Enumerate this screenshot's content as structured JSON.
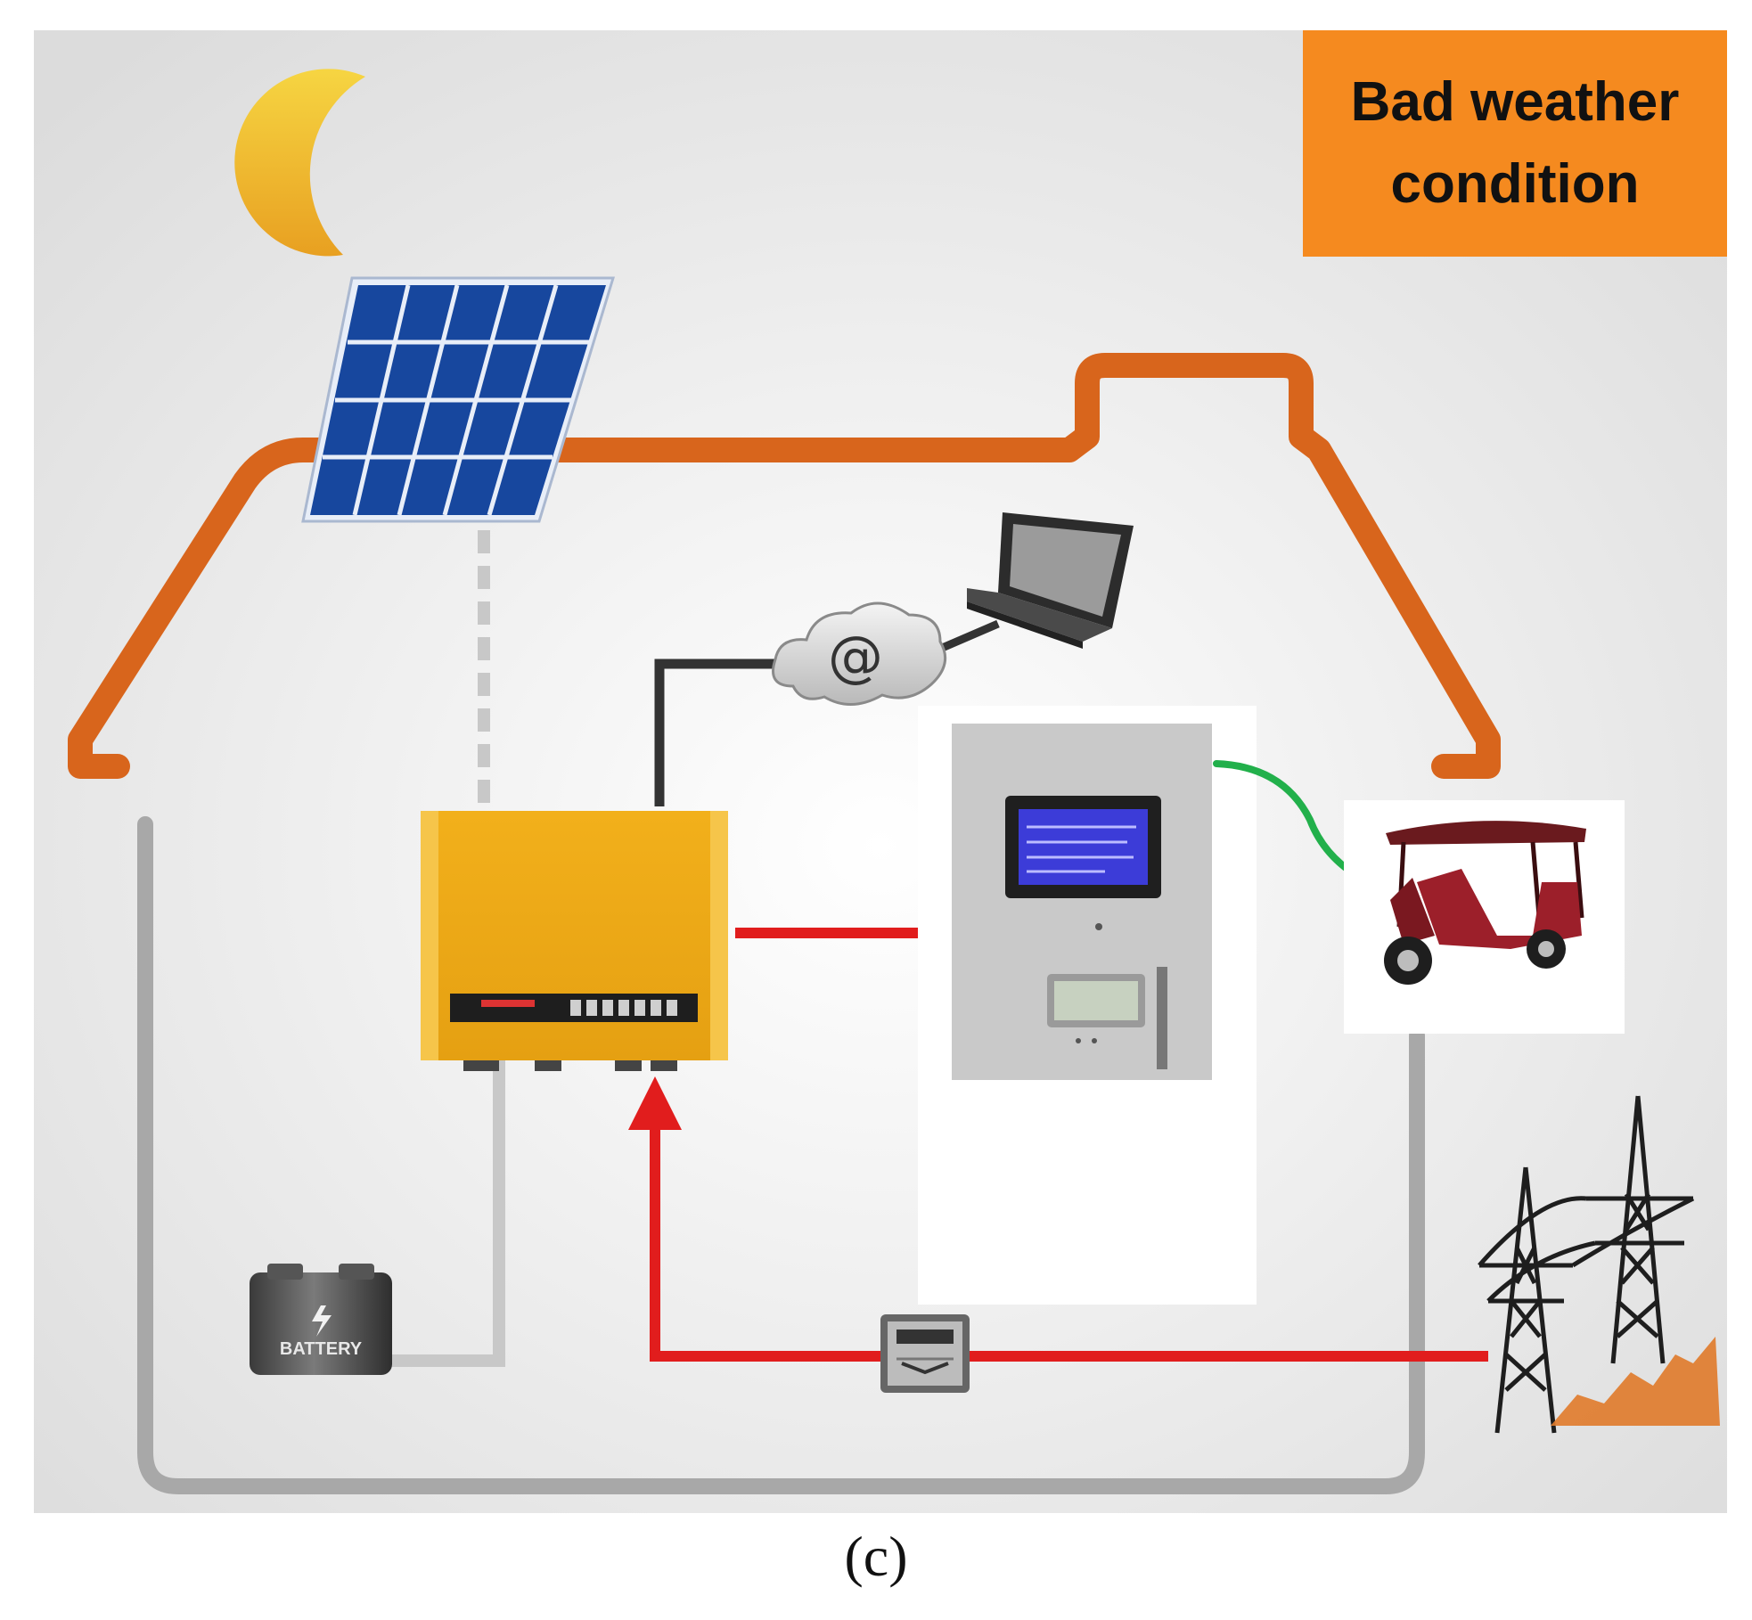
{
  "badge": {
    "line1": "Bad weather",
    "line2": "condition"
  },
  "battery": {
    "label": "BATTERY"
  },
  "cloud": {
    "symbol": "@"
  },
  "caption": "(c)",
  "colors": {
    "house_outline": "#d8651c",
    "ac_line": "#e11d1d",
    "dc_line": "#c8c8c8",
    "ground_loop": "#a8a8a8",
    "ev_cable": "#22b04b",
    "data_line": "#333333",
    "badge": "#f58a1f"
  },
  "icons": [
    "moon-icon",
    "solar-panel-icon",
    "laptop-icon",
    "cloud-icon",
    "inverter-icon",
    "charge-controller-icon",
    "e-rickshaw-icon",
    "battery-icon",
    "energy-meter-icon",
    "transmission-tower-icon"
  ]
}
